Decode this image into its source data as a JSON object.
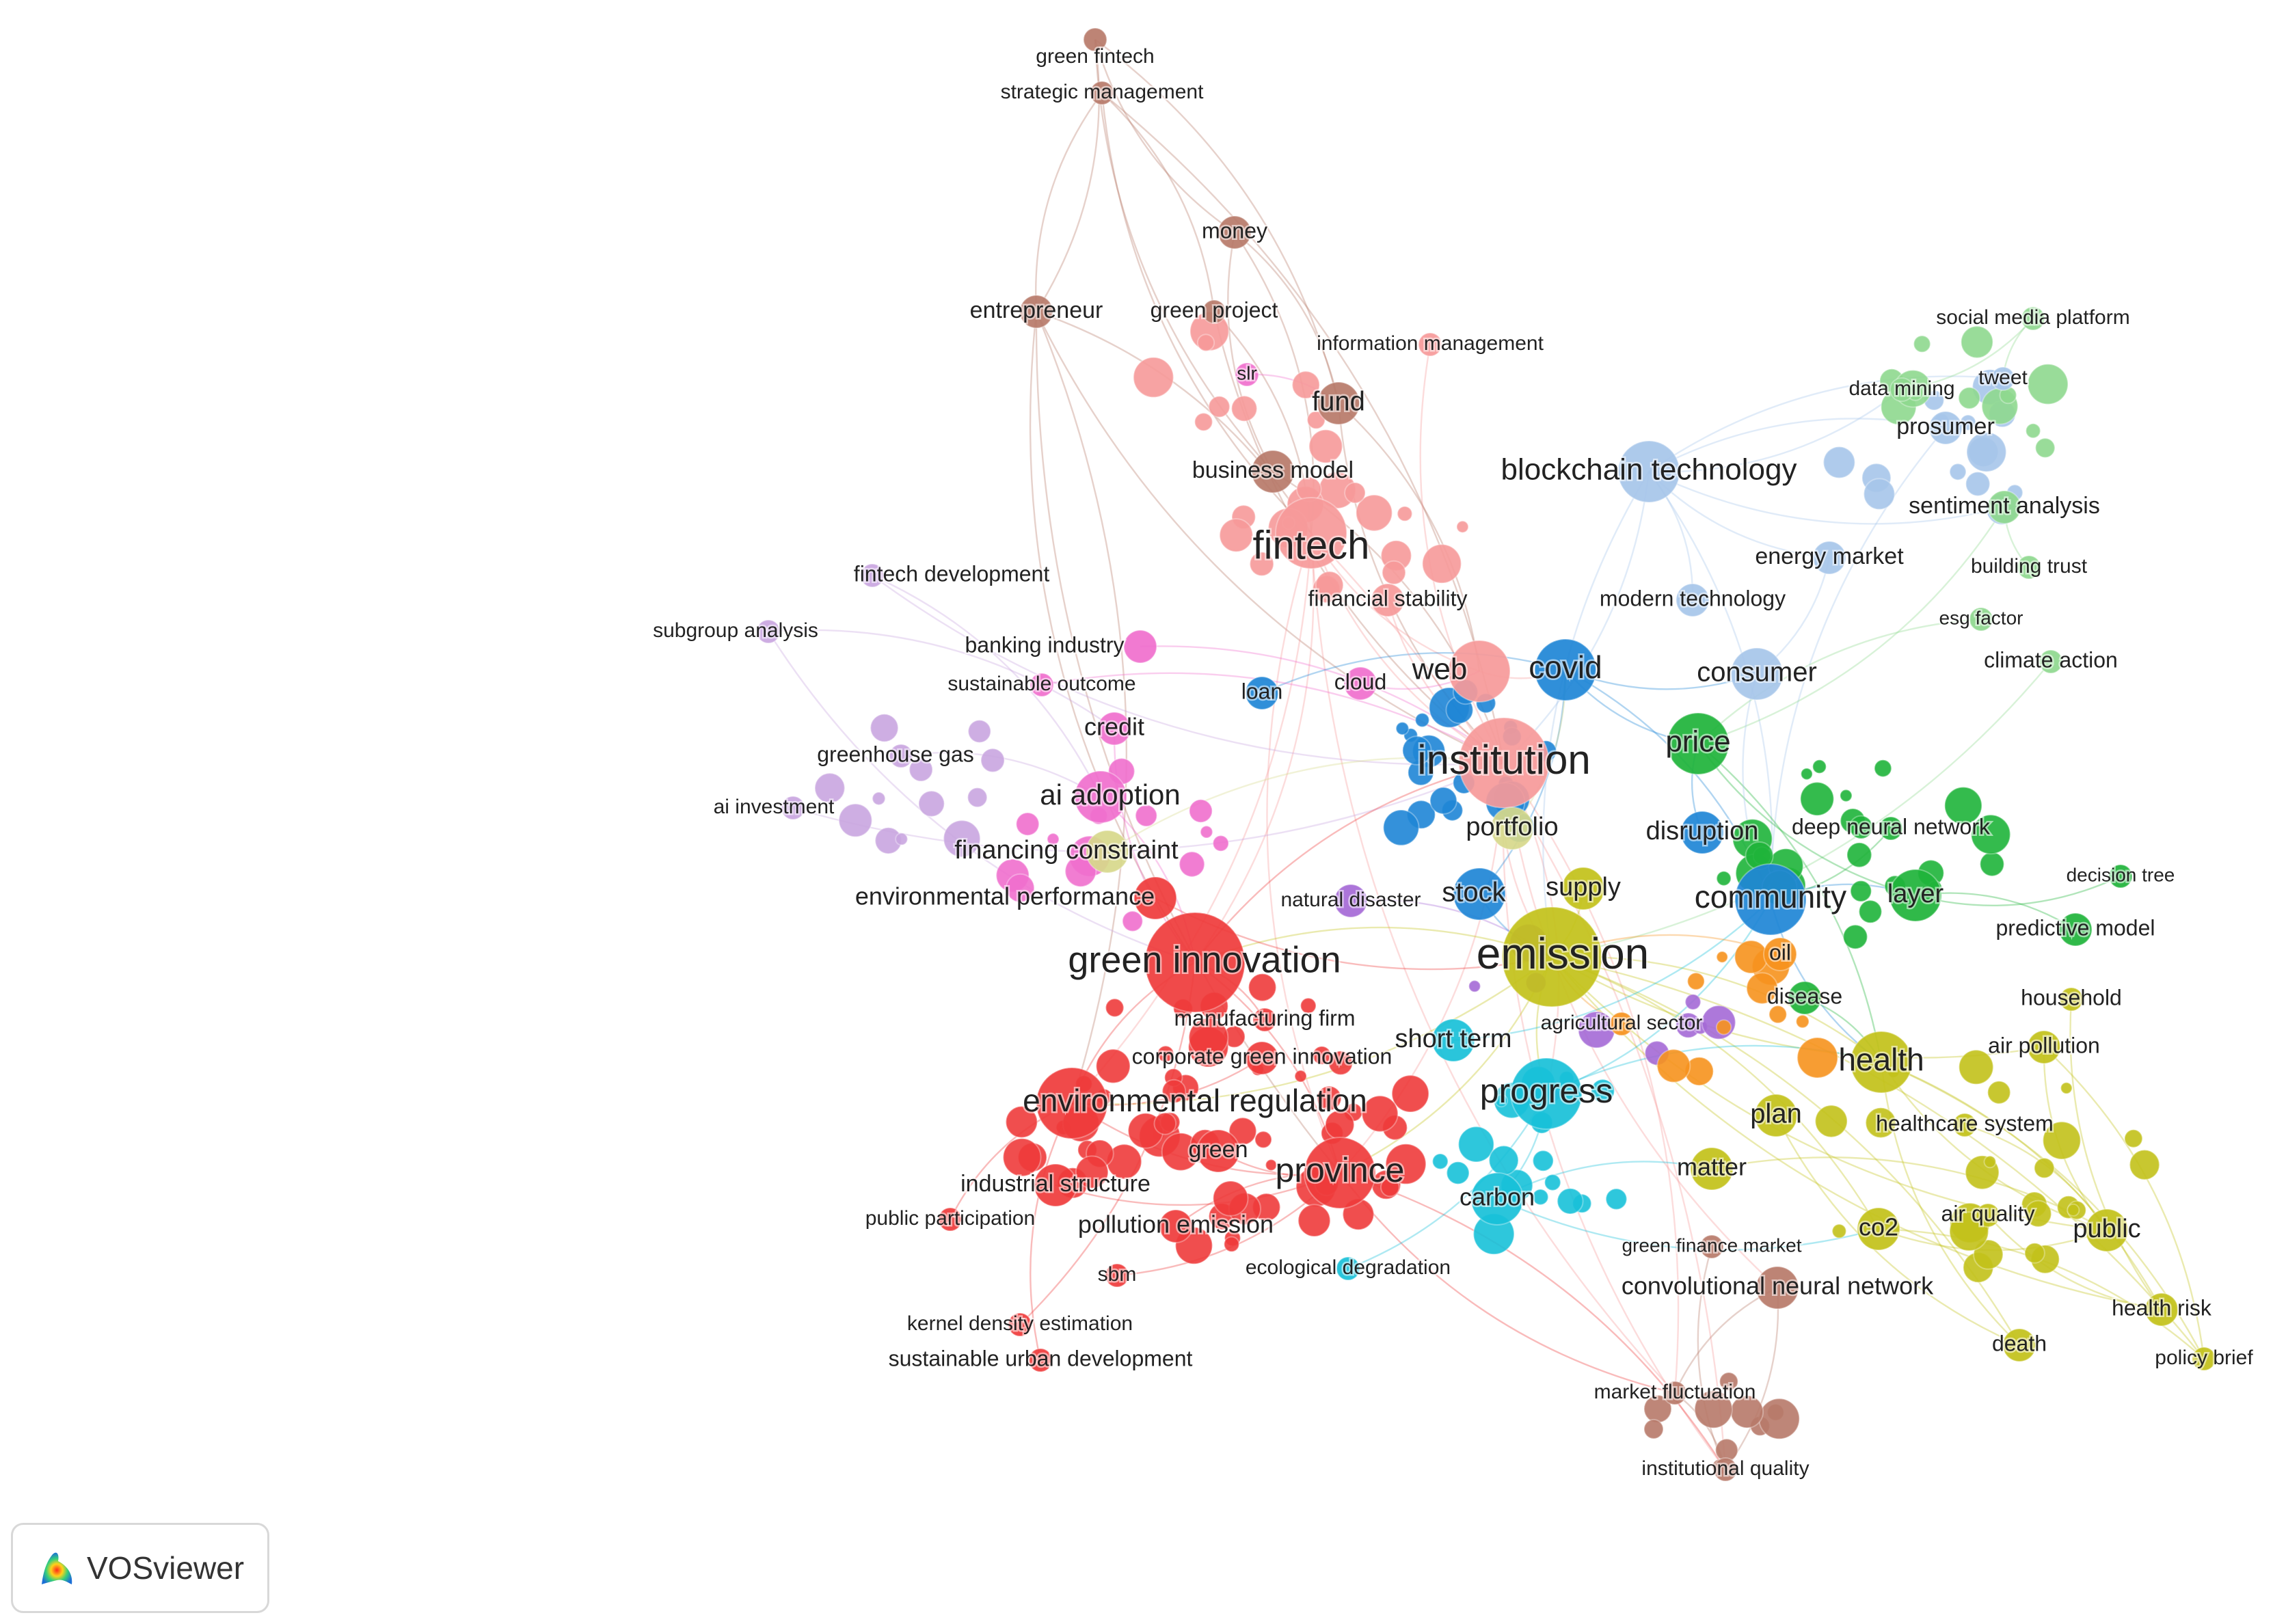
{
  "app": {
    "name": "VOSviewer"
  },
  "colors": {
    "red": "#ef3b3b",
    "salmon": "#f79a9a",
    "brown": "#b87a6a",
    "pink": "#f06fce",
    "lavender": "#c9a6e0",
    "blue": "#1f86d6",
    "lightblue": "#a7c6ea",
    "green": "#1fb43a",
    "lightgreen": "#8fd98f",
    "olive": "#c3c21a",
    "orange": "#f7931e",
    "cyan": "#18c1d9",
    "purple": "#a56ad6",
    "khaki": "#d7d98b"
  },
  "network": {
    "nodes": [
      {
        "id": "green_fintech",
        "label": "green fintech",
        "color": "brown",
        "weight": 1
      },
      {
        "id": "strategic_management",
        "label": "strategic management",
        "color": "brown",
        "weight": 1
      },
      {
        "id": "money",
        "label": "money",
        "color": "brown",
        "weight": 2
      },
      {
        "id": "entrepreneur",
        "label": "entrepreneur",
        "color": "brown",
        "weight": 2
      },
      {
        "id": "green_project",
        "label": "green project",
        "color": "brown",
        "weight": 1
      },
      {
        "id": "information_management",
        "label": "information management",
        "color": "salmon",
        "weight": 1
      },
      {
        "id": "slr",
        "label": "slr",
        "color": "pink",
        "weight": 1
      },
      {
        "id": "fund",
        "label": "fund",
        "color": "brown",
        "weight": 3
      },
      {
        "id": "business_model",
        "label": "business model",
        "color": "brown",
        "weight": 3
      },
      {
        "id": "fintech",
        "label": "fintech",
        "color": "salmon",
        "weight": 6
      },
      {
        "id": "financial_stability",
        "label": "financial stability",
        "color": "salmon",
        "weight": 2
      },
      {
        "id": "fintech_development",
        "label": "fintech development",
        "color": "lavender",
        "weight": 1
      },
      {
        "id": "subgroup_analysis",
        "label": "subgroup analysis",
        "color": "lavender",
        "weight": 1
      },
      {
        "id": "banking_industry",
        "label": "banking industry",
        "color": "pink",
        "weight": 2
      },
      {
        "id": "sustainable_outcome",
        "label": "sustainable outcome",
        "color": "pink",
        "weight": 1
      },
      {
        "id": "loan",
        "label": "loan",
        "color": "blue",
        "weight": 2
      },
      {
        "id": "cloud",
        "label": "cloud",
        "color": "pink",
        "weight": 2
      },
      {
        "id": "web",
        "label": "web",
        "color": "salmon",
        "weight": 5
      },
      {
        "id": "covid",
        "label": "covid",
        "color": "blue",
        "weight": 5
      },
      {
        "id": "credit",
        "label": "credit",
        "color": "pink",
        "weight": 2
      },
      {
        "id": "greenhouse_gas",
        "label": "greenhouse gas",
        "color": "lavender",
        "weight": 1
      },
      {
        "id": "ai_investment",
        "label": "ai investment",
        "color": "lavender",
        "weight": 1
      },
      {
        "id": "ai_adoption",
        "label": "ai adoption",
        "color": "pink",
        "weight": 4
      },
      {
        "id": "institution",
        "label": "institution",
        "color": "salmon",
        "weight": 8
      },
      {
        "id": "financing_constraint",
        "label": "financing constraint",
        "color": "khaki",
        "weight": 3
      },
      {
        "id": "environmental_performance",
        "label": "environmental performance",
        "color": "red",
        "weight": 3
      },
      {
        "id": "green_innovation",
        "label": "green innovation",
        "color": "red",
        "weight": 9
      },
      {
        "id": "natural_disaster",
        "label": "natural disaster",
        "color": "purple",
        "weight": 2
      },
      {
        "id": "stock",
        "label": "stock",
        "color": "blue",
        "weight": 4
      },
      {
        "id": "supply",
        "label": "supply",
        "color": "olive",
        "weight": 3
      },
      {
        "id": "emission",
        "label": "emission",
        "color": "olive",
        "weight": 9
      },
      {
        "id": "community",
        "label": "community",
        "color": "blue",
        "weight": 6
      },
      {
        "id": "manufacturing_firm",
        "label": "manufacturing firm",
        "color": "red",
        "weight": 1
      },
      {
        "id": "corporate_green_innovation",
        "label": "corporate green innovation",
        "color": "red",
        "weight": 2
      },
      {
        "id": "short_term",
        "label": "short term",
        "color": "cyan",
        "weight": 3
      },
      {
        "id": "agricultural_sector",
        "label": "agricultural sector",
        "color": "orange",
        "weight": 1
      },
      {
        "id": "progress",
        "label": "progress",
        "color": "cyan",
        "weight": 6
      },
      {
        "id": "environmental_regulation",
        "label": "environmental regulation",
        "color": "red",
        "weight": 6
      },
      {
        "id": "green",
        "label": "green",
        "color": "red",
        "weight": 3
      },
      {
        "id": "province",
        "label": "province",
        "color": "red",
        "weight": 6
      },
      {
        "id": "industrial_structure",
        "label": "industrial structure",
        "color": "red",
        "weight": 3
      },
      {
        "id": "public_participation",
        "label": "public participation",
        "color": "red",
        "weight": 1
      },
      {
        "id": "pollution_emission",
        "label": "pollution emission",
        "color": "red",
        "weight": 2
      },
      {
        "id": "sbm",
        "label": "sbm",
        "color": "red",
        "weight": 1
      },
      {
        "id": "ecological_degradation",
        "label": "ecological degradation",
        "color": "cyan",
        "weight": 1
      },
      {
        "id": "kernel_density_estimation",
        "label": "kernel density estimation",
        "color": "red",
        "weight": 1
      },
      {
        "id": "sustainable_urban_development",
        "label": "sustainable urban development",
        "color": "red",
        "weight": 1
      },
      {
        "id": "carbon",
        "label": "carbon",
        "color": "cyan",
        "weight": 4
      },
      {
        "id": "matter",
        "label": "matter",
        "color": "olive",
        "weight": 3
      },
      {
        "id": "green_finance_market",
        "label": "green finance market",
        "color": "brown",
        "weight": 1
      },
      {
        "id": "convolutional_neural_network",
        "label": "convolutional neural network",
        "color": "brown",
        "weight": 3
      },
      {
        "id": "market_fluctuation",
        "label": "market fluctuation",
        "color": "brown",
        "weight": 1
      },
      {
        "id": "institutional_quality",
        "label": "institutional quality",
        "color": "brown",
        "weight": 1
      },
      {
        "id": "blockchain_technology",
        "label": "blockchain technology",
        "color": "lightblue",
        "weight": 5
      },
      {
        "id": "social_media_platform",
        "label": "social media platform",
        "color": "lightgreen",
        "weight": 1
      },
      {
        "id": "data_mining",
        "label": "data mining",
        "color": "lightgreen",
        "weight": 1
      },
      {
        "id": "tweet",
        "label": "tweet",
        "color": "lightblue",
        "weight": 1
      },
      {
        "id": "prosumer",
        "label": "prosumer",
        "color": "lightblue",
        "weight": 2
      },
      {
        "id": "sentiment_analysis",
        "label": "sentiment analysis",
        "color": "lightgreen",
        "weight": 2
      },
      {
        "id": "energy_market",
        "label": "energy market",
        "color": "lightblue",
        "weight": 2
      },
      {
        "id": "building_trust",
        "label": "building trust",
        "color": "lightgreen",
        "weight": 1
      },
      {
        "id": "modern_technology",
        "label": "modern technology",
        "color": "lightblue",
        "weight": 2
      },
      {
        "id": "esg_factor",
        "label": "esg factor",
        "color": "lightgreen",
        "weight": 1
      },
      {
        "id": "climate_action",
        "label": "climate action",
        "color": "lightgreen",
        "weight": 1
      },
      {
        "id": "consumer",
        "label": "consumer",
        "color": "lightblue",
        "weight": 4
      },
      {
        "id": "price",
        "label": "price",
        "color": "green",
        "weight": 5
      },
      {
        "id": "portfolio",
        "label": "portfolio",
        "color": "khaki",
        "weight": 3
      },
      {
        "id": "disruption",
        "label": "disruption",
        "color": "blue",
        "weight": 3
      },
      {
        "id": "deep_neural_network",
        "label": "deep neural network",
        "color": "green",
        "weight": 1
      },
      {
        "id": "decision_tree",
        "label": "decision tree",
        "color": "green",
        "weight": 1
      },
      {
        "id": "layer",
        "label": "layer",
        "color": "green",
        "weight": 4
      },
      {
        "id": "predictive_model",
        "label": "predictive model",
        "color": "green",
        "weight": 2
      },
      {
        "id": "oil",
        "label": "oil",
        "color": "orange",
        "weight": 2
      },
      {
        "id": "disease",
        "label": "disease",
        "color": "green",
        "weight": 2
      },
      {
        "id": "household",
        "label": "household",
        "color": "olive",
        "weight": 1
      },
      {
        "id": "health",
        "label": "health",
        "color": "olive",
        "weight": 5
      },
      {
        "id": "air_pollution",
        "label": "air pollution",
        "color": "olive",
        "weight": 2
      },
      {
        "id": "plan",
        "label": "plan",
        "color": "olive",
        "weight": 3
      },
      {
        "id": "healthcare_system",
        "label": "healthcare system",
        "color": "olive",
        "weight": 1
      },
      {
        "id": "air_quality",
        "label": "air quality",
        "color": "olive",
        "weight": 1
      },
      {
        "id": "co2",
        "label": "co2",
        "color": "olive",
        "weight": 3
      },
      {
        "id": "public",
        "label": "public",
        "color": "olive",
        "weight": 3
      },
      {
        "id": "health_risk",
        "label": "health risk",
        "color": "olive",
        "weight": 2
      },
      {
        "id": "death",
        "label": "death",
        "color": "olive",
        "weight": 2
      },
      {
        "id": "policy_brief",
        "label": "policy brief",
        "color": "olive",
        "weight": 1
      }
    ]
  }
}
